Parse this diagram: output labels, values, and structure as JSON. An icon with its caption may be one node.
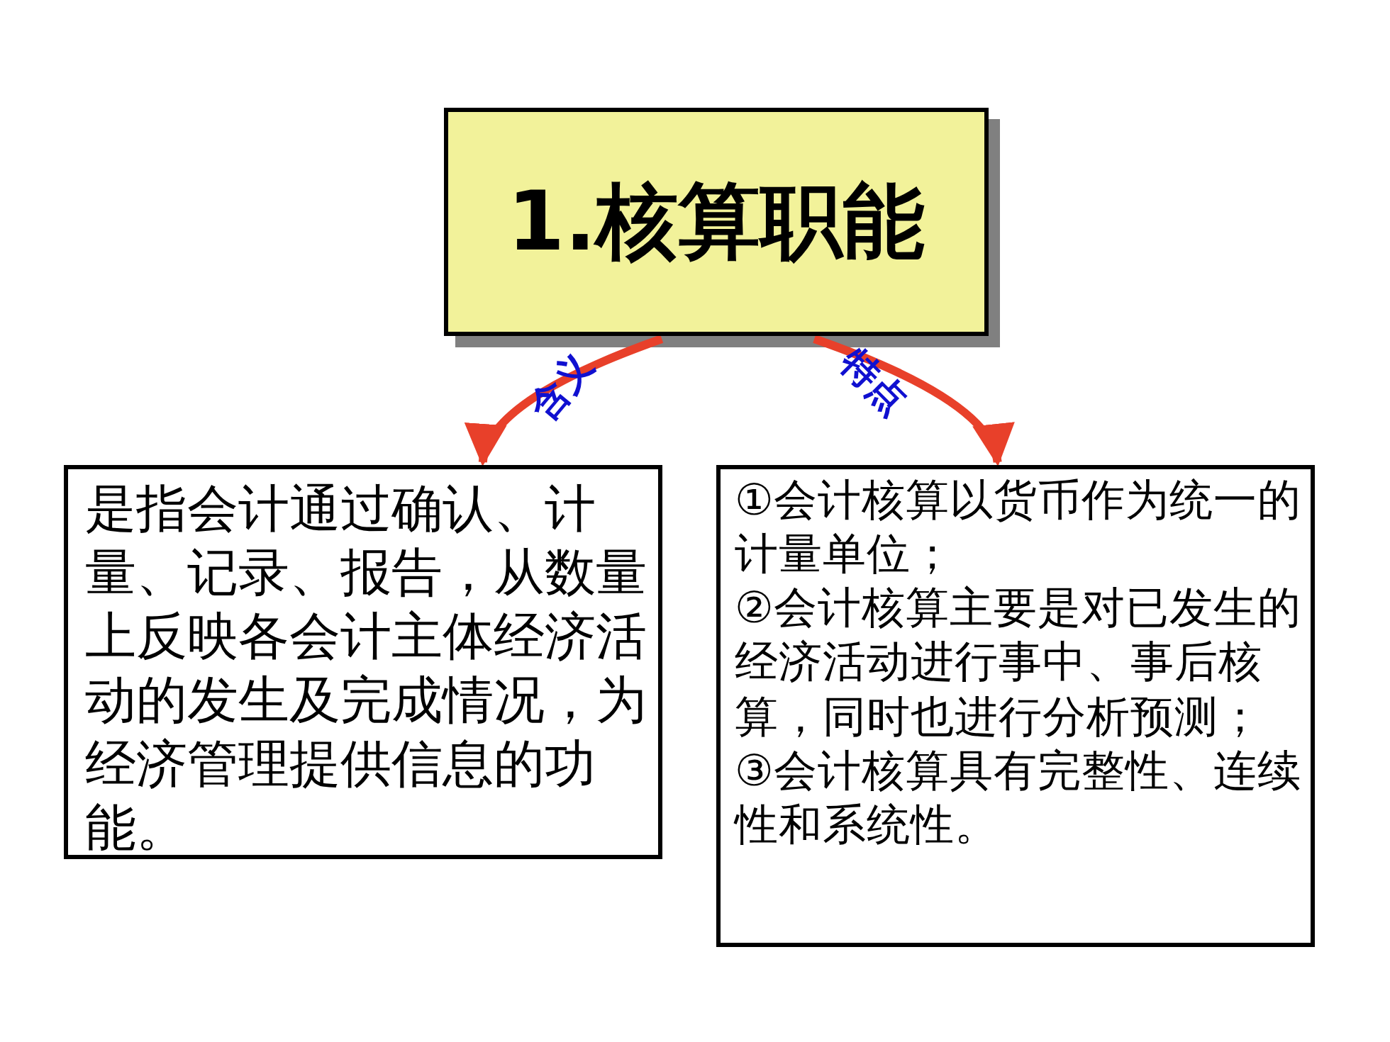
{
  "diagram": {
    "nodes": [
      {
        "text": [
          "1.核算职能"
        ]
      },
      {
        "text": [
          "是指会计通过确认、计量、记录、报告，从数量上反映各会计主体经济活动的发生及完成情况，为经济管理提供信息的功能。"
        ]
      },
      {
        "text": [
          "①会计核算以货币作为统一的计量单位；",
          "②会计核算主要是对已发生的经济活动进行事中、事后核算，同时也进行分析预测；",
          "③会计核算具有完整性、连续性和系统性。"
        ]
      }
    ],
    "edges": [
      {
        "from": 0,
        "to": 1,
        "arrow": "to",
        "label": "含义",
        "color": "#e8402a"
      },
      {
        "from": 0,
        "to": 2,
        "arrow": "to",
        "label": "特点",
        "color": "#e8402a"
      }
    ]
  }
}
